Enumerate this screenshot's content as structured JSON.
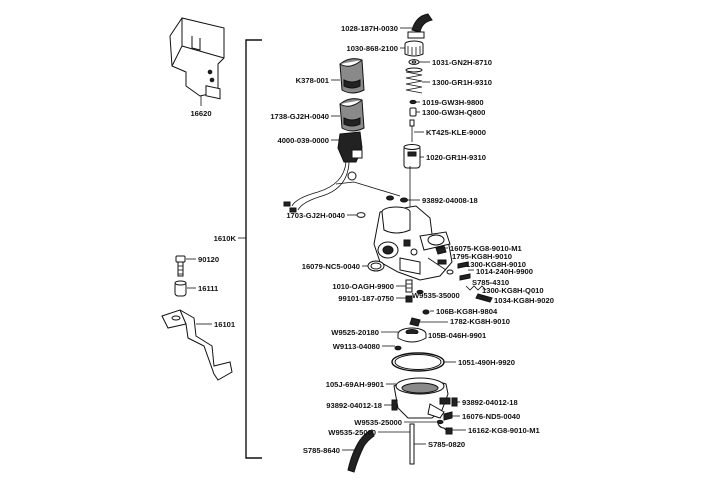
{
  "diagram": {
    "labels": [
      {
        "id": "1028",
        "text": "1028-187H-0030"
      },
      {
        "id": "1030",
        "text": "1030-868-2100"
      },
      {
        "id": "1031",
        "text": "1031-GN2H-8710"
      },
      {
        "id": "1300a",
        "text": "1300-GR1H-9310"
      },
      {
        "id": "1019",
        "text": "1019-GW3H-9800"
      },
      {
        "id": "1300b",
        "text": "1300-GW3H-Q800"
      },
      {
        "id": "kt425",
        "text": "KT425-KLE-9000"
      },
      {
        "id": "1020",
        "text": "1020-GR1H-9310"
      },
      {
        "id": "k378",
        "text": "K378-001"
      },
      {
        "id": "1738",
        "text": "1738-GJ2H-0040"
      },
      {
        "id": "4000",
        "text": "4000-039-0000"
      },
      {
        "id": "16620",
        "text": "16620"
      },
      {
        "id": "93892a",
        "text": "93892-04008-18"
      },
      {
        "id": "1703",
        "text": "1703-GJ2H-0040"
      },
      {
        "id": "1610k",
        "text": "1610K"
      },
      {
        "id": "16075",
        "text": "16075-KG8-9010-M1"
      },
      {
        "id": "1795",
        "text": "1795-KG8H-9010"
      },
      {
        "id": "1300c",
        "text": "1300-KG8H-9010"
      },
      {
        "id": "1014",
        "text": "1014-240H-9900"
      },
      {
        "id": "s785a",
        "text": "S785-4310"
      },
      {
        "id": "1300d",
        "text": "1300-KG8H-Q010"
      },
      {
        "id": "1034",
        "text": "1034-KG8H-9020"
      },
      {
        "id": "16079",
        "text": "16079-NC5-0040"
      },
      {
        "id": "1010",
        "text": "1010-OAGH-9900"
      },
      {
        "id": "w9535a",
        "text": "W9535-35000"
      },
      {
        "id": "99101",
        "text": "99101-187-0750"
      },
      {
        "id": "90120",
        "text": "90120"
      },
      {
        "id": "16111",
        "text": "16111"
      },
      {
        "id": "16101",
        "text": "16101"
      },
      {
        "id": "106b",
        "text": "106B-KG8H-9804"
      },
      {
        "id": "1782",
        "text": "1782-KG8H-9010"
      },
      {
        "id": "w9525",
        "text": "W9525-20180"
      },
      {
        "id": "105b",
        "text": "105B-046H-9901"
      },
      {
        "id": "w9113",
        "text": "W9113-04080"
      },
      {
        "id": "1051",
        "text": "1051-490H-9920"
      },
      {
        "id": "105j",
        "text": "105J-69AH-9901"
      },
      {
        "id": "93892b",
        "text": "93892-04012-18"
      },
      {
        "id": "93892c",
        "text": "93892-04012-18"
      },
      {
        "id": "16076",
        "text": "16076-ND5-0040"
      },
      {
        "id": "w9535b",
        "text": "W9535-25000"
      },
      {
        "id": "w9535c",
        "text": "W9535-25000"
      },
      {
        "id": "16162",
        "text": "16162-KG8-9010-M1"
      },
      {
        "id": "s785b",
        "text": "S785-0820"
      },
      {
        "id": "s785c",
        "text": "S785-8640"
      }
    ]
  }
}
